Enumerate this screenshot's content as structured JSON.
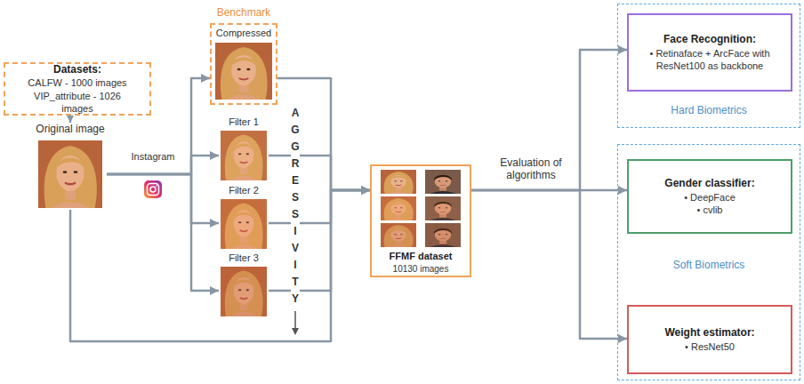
{
  "diagram": {
    "nodes": [
      {
        "text": [
          "Datasets:",
          "CALFW - 1000 images",
          "VIP_attribute - 1026 images"
        ]
      },
      {
        "text": [
          "Original image"
        ]
      },
      {
        "text": [
          "Benchmark",
          "Compressed"
        ]
      },
      {
        "text": [
          "Filter 1"
        ]
      },
      {
        "text": [
          "Filter 2"
        ]
      },
      {
        "text": [
          "Filter 3"
        ]
      },
      {
        "text": [
          "FFMF dataset",
          "10130 images"
        ]
      },
      {
        "text": [
          "Hard Biometrics"
        ]
      },
      {
        "text": [
          "Face Recognition:",
          "• Retinaface + ArcFace with ResNet100 as backbone"
        ],
        "in": 7
      },
      {
        "text": [
          "Soft Biometrics"
        ]
      },
      {
        "text": [
          "Gender classifier:",
          "• DeepFace",
          "• cvlib"
        ],
        "in": 9
      },
      {
        "text": [
          "Weight estimator:",
          "• ResNet50"
        ],
        "in": 9
      }
    ],
    "edges": [
      {
        "from": 0,
        "to": 1,
        "arrow": "to"
      },
      {
        "from": 1,
        "to": 2,
        "arrow": "to"
      },
      {
        "from": 1,
        "to": 3,
        "arrow": "to"
      },
      {
        "from": 1,
        "to": 4,
        "arrow": "to"
      },
      {
        "from": 1,
        "to": 5,
        "arrow": "to"
      },
      {
        "from": 2,
        "to": 6,
        "arrow": "to"
      },
      {
        "from": 3,
        "to": 6,
        "arrow": "to"
      },
      {
        "from": 4,
        "to": 6,
        "arrow": "to"
      },
      {
        "from": 5,
        "to": 6,
        "arrow": "to"
      },
      {
        "from": 1,
        "to": 6,
        "arrow": "to"
      },
      {
        "from": 6,
        "to": 8,
        "arrow": "to"
      },
      {
        "from": 6,
        "to": 10,
        "arrow": "to"
      },
      {
        "from": 6,
        "to": 11,
        "arrow": "to"
      }
    ],
    "labels": [
      "Instagram",
      "AGGRESSIVITY",
      "Evaluation of algorithms"
    ]
  }
}
